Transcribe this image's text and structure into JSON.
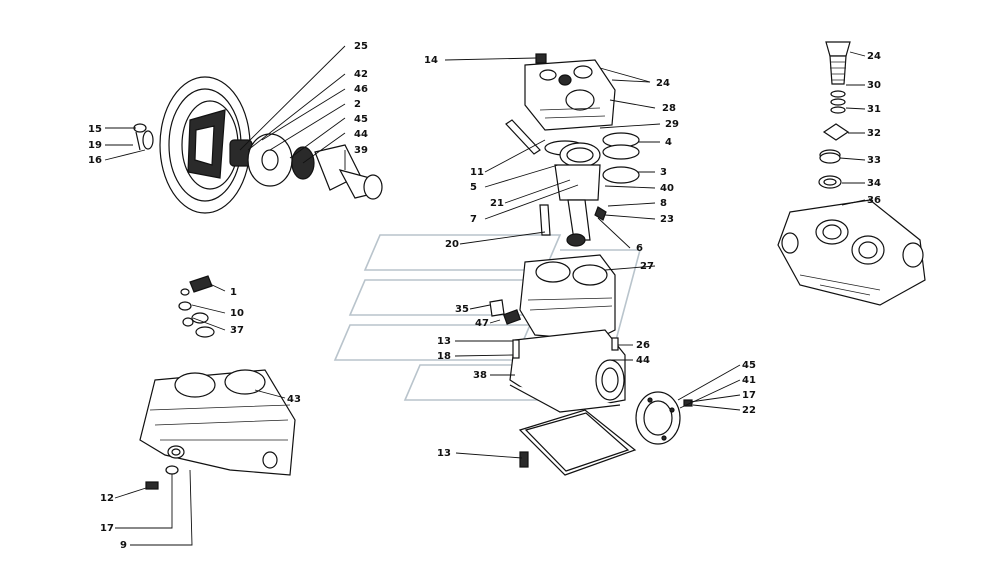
{
  "labels": {
    "l25": "25",
    "l42": "42",
    "l46": "46",
    "l2": "2",
    "l45a": "45",
    "l44a": "44",
    "l39": "39",
    "l15": "15",
    "l19": "19",
    "l16": "16",
    "l14": "14",
    "l24a": "24",
    "l28": "28",
    "l29": "29",
    "l4": "4",
    "l3": "3",
    "l40": "40",
    "l8": "8",
    "l23": "23",
    "l11": "11",
    "l5": "5",
    "l21": "21",
    "l7": "7",
    "l20": "20",
    "l6": "6",
    "l27": "27",
    "l35": "35",
    "l47": "47",
    "l13a": "13",
    "l18": "18",
    "l38": "38",
    "l26": "26",
    "l44b": "44",
    "l45b": "45",
    "l41": "41",
    "l17a": "17",
    "l22": "22",
    "l13b": "13",
    "l1": "1",
    "l10": "10",
    "l37": "37",
    "l43": "43",
    "l12": "12",
    "l17b": "17",
    "l9": "9",
    "l24b": "24",
    "l30": "30",
    "l31": "31",
    "l32": "32",
    "l33": "33",
    "l34": "34",
    "l36": "36"
  },
  "colors": {
    "line": "#111111",
    "watermark": "#b9c4cc"
  }
}
